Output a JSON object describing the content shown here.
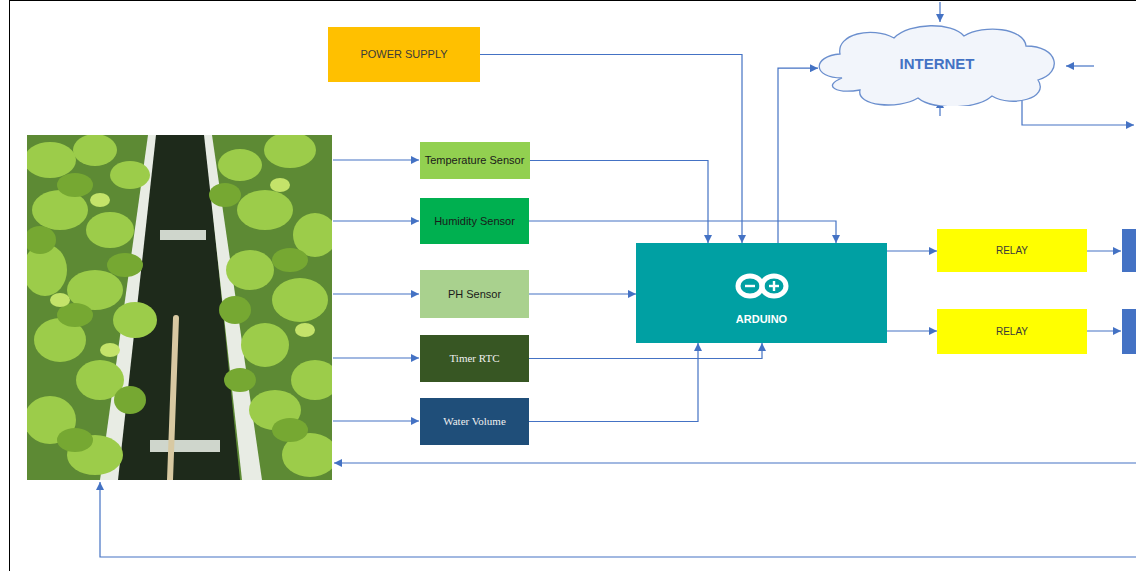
{
  "diagram": {
    "nodes": [
      {
        "text": [
          "POWER SUPPLY"
        ]
      },
      {
        "text": [
          "INTERNET"
        ]
      },
      {
        "text": [
          "Temperature Sensor"
        ]
      },
      {
        "text": [
          "Humidity Sensor"
        ]
      },
      {
        "text": [
          "PH Sensor"
        ]
      },
      {
        "text": [
          "Timer RTC"
        ]
      },
      {
        "text": [
          "Water Volume"
        ]
      },
      {
        "text": [
          "ARDUINO"
        ]
      },
      {
        "text": [
          "RELAY"
        ]
      },
      {
        "text": [
          "RELAY"
        ]
      }
    ],
    "edges": [
      {
        "from": 0,
        "to": 7,
        "arrow": "to"
      },
      {
        "from": 2,
        "to": 7,
        "arrow": "to"
      },
      {
        "from": 3,
        "to": 7,
        "arrow": "to"
      },
      {
        "from": 4,
        "to": 7,
        "arrow": "to"
      },
      {
        "from": 5,
        "to": 7,
        "arrow": "to"
      },
      {
        "from": 6,
        "to": 7,
        "arrow": "to"
      },
      {
        "from": 7,
        "to": 1,
        "arrow": "to"
      },
      {
        "from": 7,
        "to": 8,
        "arrow": "to"
      },
      {
        "from": 7,
        "to": 9,
        "arrow": "to"
      }
    ]
  }
}
